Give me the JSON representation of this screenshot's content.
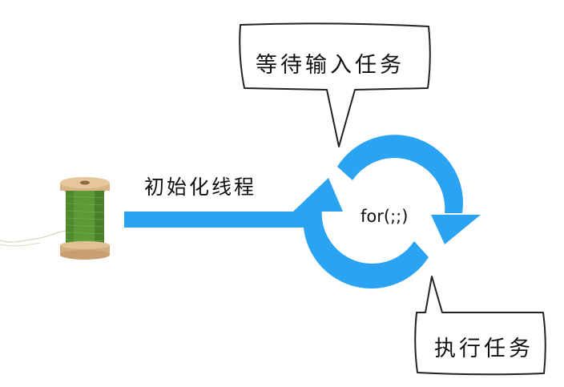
{
  "labels": {
    "init": "初始化线程",
    "loop": "for(;;)",
    "wait": "等待输入任务",
    "exec": "执行任务"
  },
  "colors": {
    "arrow": "#2aa3f2",
    "text": "#111111",
    "bubble_stroke": "#222222",
    "bubble_fill": "#ffffff",
    "spool_wood": "#d9b487",
    "spool_thread": "#5f9a38"
  },
  "icons": {
    "spool": "thread-spool-icon"
  }
}
